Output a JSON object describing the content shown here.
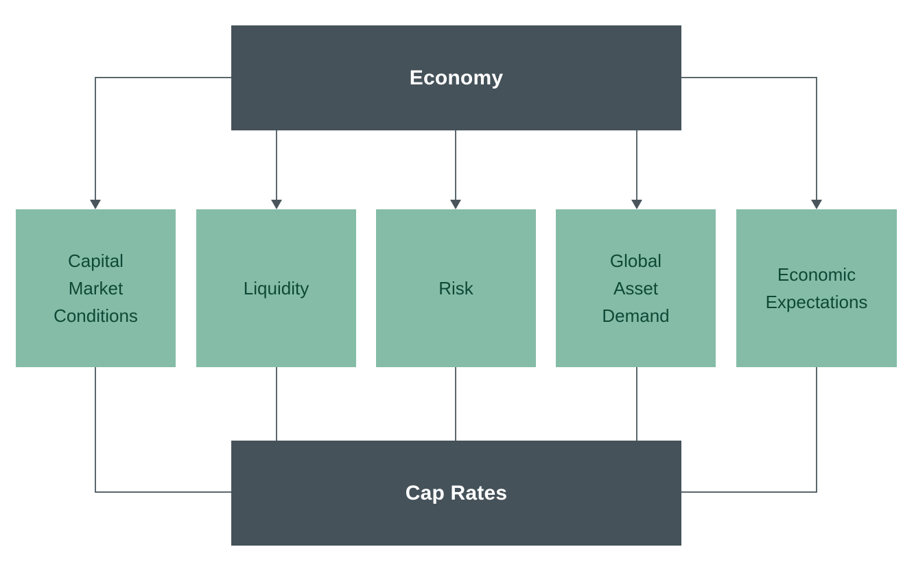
{
  "diagram": {
    "type": "flowchart",
    "top_node": {
      "label": "Economy"
    },
    "middle_nodes": [
      {
        "label": "Capital\nMarket\nConditions"
      },
      {
        "label": "Liquidity"
      },
      {
        "label": "Risk"
      },
      {
        "label": "Global\nAsset\nDemand"
      },
      {
        "label": "Economic\nExpectations"
      }
    ],
    "bottom_node": {
      "label": "Cap Rates"
    },
    "edges": [
      {
        "from": "Economy",
        "to": "Capital Market Conditions",
        "arrow": true
      },
      {
        "from": "Economy",
        "to": "Liquidity",
        "arrow": true
      },
      {
        "from": "Economy",
        "to": "Risk",
        "arrow": true
      },
      {
        "from": "Economy",
        "to": "Global Asset Demand",
        "arrow": true
      },
      {
        "from": "Economy",
        "to": "Economic Expectations",
        "arrow": true
      },
      {
        "from": "Capital Market Conditions",
        "to": "Cap Rates",
        "arrow": false
      },
      {
        "from": "Liquidity",
        "to": "Cap Rates",
        "arrow": false
      },
      {
        "from": "Risk",
        "to": "Cap Rates",
        "arrow": false
      },
      {
        "from": "Global Asset Demand",
        "to": "Cap Rates",
        "arrow": false
      },
      {
        "from": "Economic Expectations",
        "to": "Cap Rates",
        "arrow": false
      }
    ],
    "colors": {
      "dark_node_fill": "#45525a",
      "dark_node_text": "#ffffff",
      "green_node_fill": "#85bca8",
      "green_node_text": "#0d4936",
      "connector_line": "#5b666c",
      "arrowhead": "#49555b",
      "background": "#ffffff"
    }
  }
}
